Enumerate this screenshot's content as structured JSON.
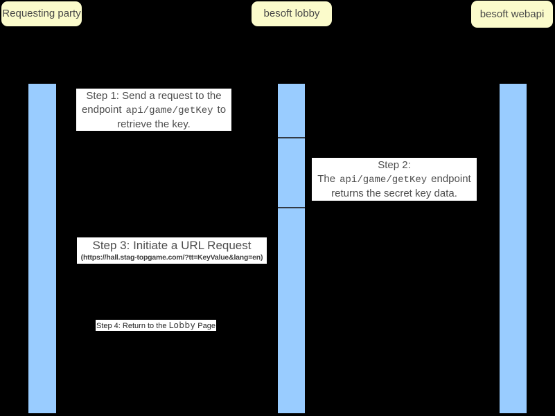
{
  "diagram": {
    "type": "sequence-diagram",
    "colors": {
      "background": "#000000",
      "lifeline_bar": "#99CCFF",
      "actor_box": "#FBFBCB",
      "message_box": "#FFFFFF",
      "text": "#4D4D4D",
      "segment_divider": "#333A44"
    }
  },
  "actors": {
    "requesting_party": {
      "label": "Requesting party"
    },
    "besoft_lobby": {
      "label": "besoft lobby"
    },
    "besoft_webapi": {
      "label_line1": "besoft",
      "label_line2": "webapi"
    }
  },
  "messages": {
    "step1": {
      "line1": "Step 1: Send a request to the",
      "line2_pre": "endpoint",
      "line2_code": "api/game/getKey",
      "line2_post": "to",
      "line3": "retrieve the key."
    },
    "step2": {
      "line1": "Step 2:",
      "line2_pre": "The",
      "line2_code": "api/game/getKey",
      "line2_post": "endpoint",
      "line3": "returns the secret key data."
    },
    "step3": {
      "line1": "Step 3: Initiate a URL Request",
      "line2": "(https://hall.stag-topgame.com/?tt=KeyValue&lang=en)"
    },
    "step4": {
      "pre": "Step 4: Return to the",
      "highlight": "Lobby",
      "post": "Page"
    }
  }
}
